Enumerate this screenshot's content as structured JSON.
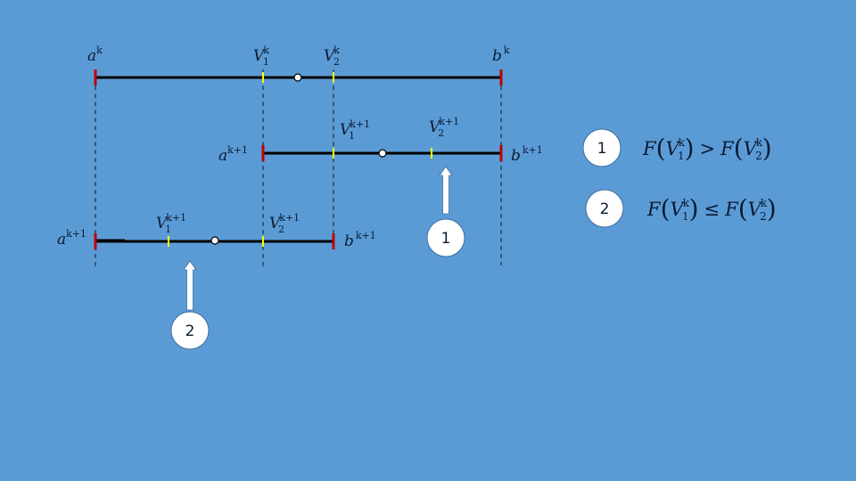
{
  "level_k": {
    "a": "a",
    "a_sup": "k",
    "b": "b",
    "b_sup": "k",
    "v1": "V",
    "v1_sub": "1",
    "v1_sup": "k",
    "v2": "V",
    "v2_sub": "2",
    "v2_sup": "k"
  },
  "level_k1_case1": {
    "a": "a",
    "a_sup": "k+1",
    "b": "b",
    "b_sup": "k+1",
    "v1": "V",
    "v1_sub": "1",
    "v1_sup": "k+1",
    "v2": "V",
    "v2_sub": "2",
    "v2_sup": "k+1"
  },
  "level_k1_case2": {
    "a": "a",
    "a_sup": "k+1",
    "b": "b",
    "b_sup": "k+1",
    "v1": "V",
    "v1_sub": "1",
    "v1_sup": "k+1",
    "v2": "V",
    "v2_sub": "2",
    "v2_sup": "k+1"
  },
  "arrow_1_label": "1",
  "arrow_2_label": "2",
  "legend": [
    {
      "id": "1",
      "F": "F",
      "V": "V",
      "sub_left": "1",
      "sup": "k",
      "op": ">",
      "sub_right": "2"
    },
    {
      "id": "2",
      "F": "F",
      "V": "V",
      "sub_left": "1",
      "sup": "k",
      "op": "≤",
      "sub_right": "2"
    }
  ],
  "colors": {
    "background": "#5b9bd5",
    "segment": "#000000",
    "endpoint_tick": "#c00000",
    "interior_tick": "#ffff00",
    "arrow_fill": "#ffffff"
  }
}
